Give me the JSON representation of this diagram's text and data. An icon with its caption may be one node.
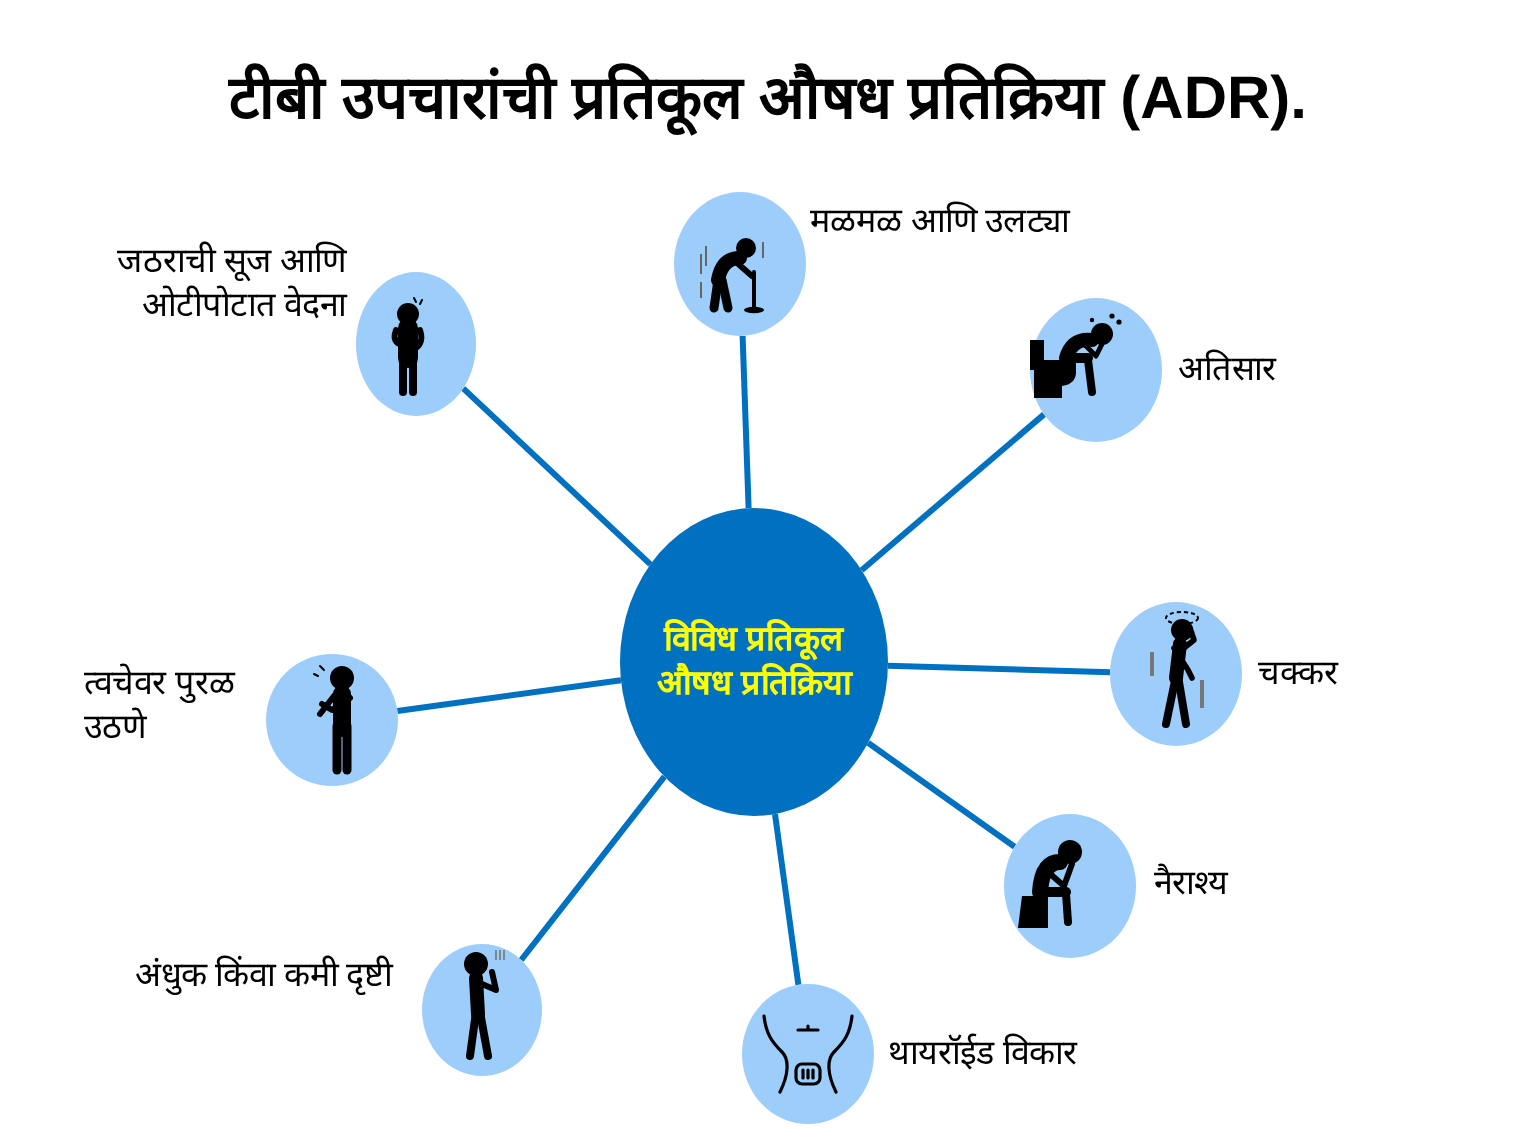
{
  "diagram": {
    "title": "टीबी उपचारांची प्रतिकूल औषध प्रतिक्रिया (ADR).",
    "nodes": [
      {
        "text": [
          "विविध प्रतिकूल औषध प्रतिक्रिया"
        ]
      },
      {
        "text": [],
        "shape": "circle",
        "beside": [
          "मळमळ आणि उलट्या"
        ]
      },
      {
        "text": [],
        "shape": "circle",
        "beside": [
          "अतिसार"
        ]
      },
      {
        "text": [],
        "shape": "circle",
        "beside": [
          "चक्कर"
        ]
      },
      {
        "text": [],
        "shape": "circle",
        "beside": [
          "नैराश्य"
        ]
      },
      {
        "text": [],
        "shape": "circle",
        "beside": [
          "थायरॉईड विकार"
        ]
      },
      {
        "text": [],
        "shape": "circle",
        "beside": [
          "अंधुक किंवा कमी दृष्टी"
        ]
      },
      {
        "text": [],
        "shape": "circle",
        "beside": [
          "त्वचेवर पुरळ उठणे"
        ]
      },
      {
        "text": [],
        "shape": "circle",
        "beside": [
          "जठराची सूज आणि ओटीपोटात वेदना"
        ]
      }
    ],
    "edges": [
      {
        "from": 0,
        "to": 1,
        "arrow": "none"
      },
      {
        "from": 0,
        "to": 2,
        "arrow": "none"
      },
      {
        "from": 0,
        "to": 3,
        "arrow": "none"
      },
      {
        "from": 0,
        "to": 4,
        "arrow": "none"
      },
      {
        "from": 0,
        "to": 5,
        "arrow": "none"
      },
      {
        "from": 0,
        "to": 6,
        "arrow": "none"
      },
      {
        "from": 0,
        "to": 7,
        "arrow": "none"
      },
      {
        "from": 0,
        "to": 8,
        "arrow": "none"
      }
    ]
  }
}
